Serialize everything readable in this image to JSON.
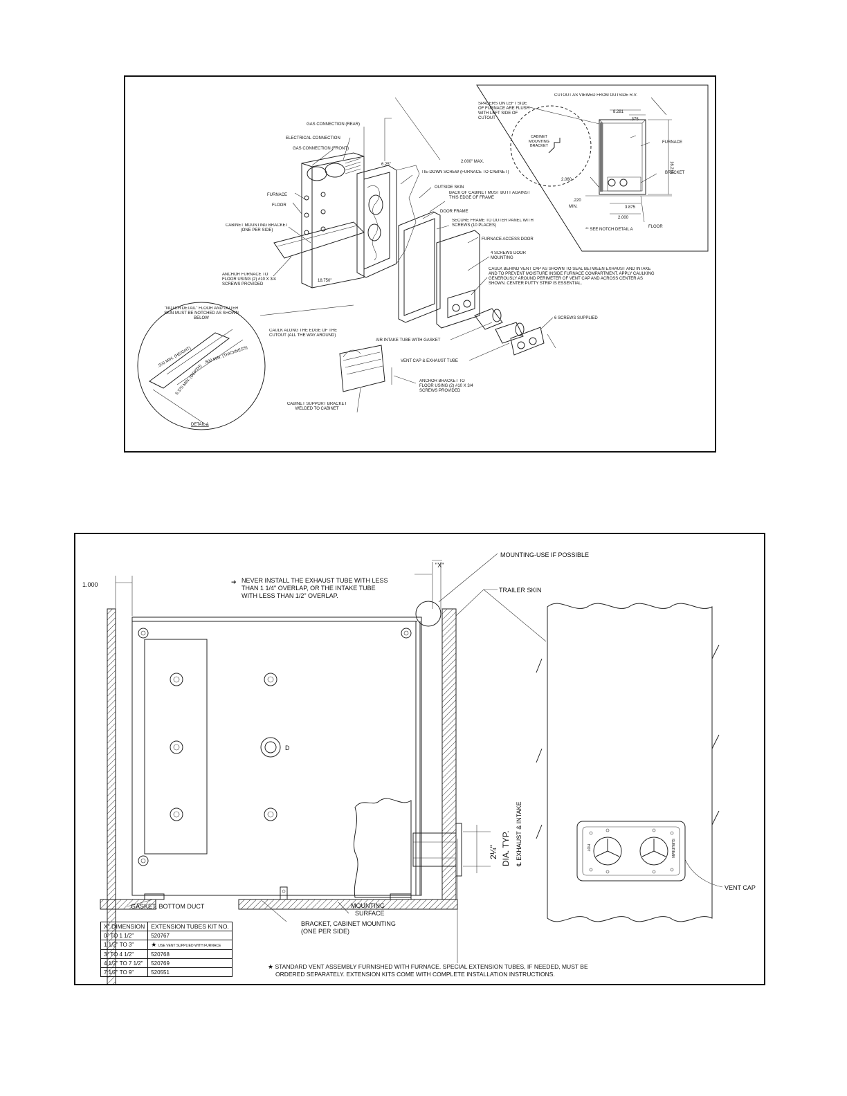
{
  "figure_1": {
    "labels": {
      "gas_connection_rear": "GAS CONNECTION (REAR)",
      "electrical_connection": "ELECTRICAL CONNECTION",
      "gas_connection_front": "GAS CONNECTION (FRONT)",
      "furnace": "FURNACE",
      "floor": "FLOOR",
      "cabinet_mounting_bracket": "CABINET MOUNTING BRACKET (ONE PER SIDE)",
      "anchor_furnace": "ANCHOR FURNACE TO FLOOR USING (2) #10 X 3/4 SCREWS PROVIDED",
      "tie_down_screw": "TIE-DOWN SCREW (FURNACE TO CABINET)",
      "outside_skin": "OUTSIDE SKIN",
      "back_of_cabinet": "BACK OF CABINET MUST BUTT AGAINST THIS EDGE OF FRAME",
      "door_frame": "DOOR FRAME",
      "secure_frame": "SECURE FRAME TO OUTER PANEL WITH SCREWS (10 PLACES)",
      "furnace_access_door": "FURNACE ACCESS DOOR",
      "door_screws": "4 SCREWS DOOR MOUNTING",
      "caulk_note": "CAULK BEHIND VENT CAP AS SHOWN TO SEAL BETWEEN EXHAUST AND INTAKE AND TO PREVENT MOISTURE INSIDE FURNACE COMPARTMENT. APPLY CAULKING GENEROUSLY AROUND PERIMETER OF VENT CAP AND ACROSS CENTER AS SHOWN. CENTER PUTTY STRIP IS ESSENTIAL.",
      "screws_supplied": "6 SCREWS SUPPLIED",
      "air_intake_tube": "AIR INTAKE TUBE WITH GASKET",
      "vent_cap_exhaust": "VENT CAP & EXHAUST TUBE",
      "caulk_edge": "CAULK ALONG THE EDGE OF THE CUTOUT (ALL THE WAY AROUND)",
      "anchor_bracket": "ANCHOR BRACKET TO FLOOR USING (2) #10 X 3/4 SCREWS PROVIDED",
      "cabinet_support_bracket": "CABINET SUPPORT BRACKET WELDED TO CABINET",
      "notch_detail": "\"NOTCH DETAIL\" FLOOR AND OUTER SKIN MUST BE NOTCHED AS SHOWN BELOW",
      "detail_a": "DETAIL A",
      "min_height": ".500 MIN. (HEIGHT)",
      "min_thickness": ".500 MIN. (THICKNESS)",
      "min_depth": "5.375 MIN. (DEPTH)",
      "dim_max": "2.000\" MAX.",
      "dim_a": "6.25\"",
      "dim_b": "18.750\""
    },
    "inset": {
      "cutout_viewed": "CUTOUT AS VIEWED FROM OUTSIDE R.V.",
      "spacers_note": "SPACERS ON LEFT SIDE OF FURNACE ARE FLUSH WITH LEFT SIDE OF CUTOUT",
      "cabinet_bracket": "CABINET MOUNTING BRACKET",
      "furnace": "FURNACE",
      "bracket": "BRACKET",
      "floor": "FLOOR",
      "see_notch": "** SEE NOTCH DETAIL A",
      "dim_width": "8.281",
      "dim_375": ".375",
      "dim_height": "16.218",
      "dim_2060": "2.060",
      "dim_220": ".220",
      "dim_min": "MIN.",
      "dim_3875": "3.875",
      "dim_2000": "2.000"
    }
  },
  "figure_2": {
    "labels": {
      "dim_1000": "1.000",
      "x_dim": "\"X\"",
      "mounting_note": "MOUNTING-USE IF POSSIBLE",
      "never_install_1": "NEVER INSTALL THE EXHAUST TUBE WITH LESS",
      "never_install_2": "THAN 1 1/4\" OVERLAP, OR THE INTAKE TUBE",
      "never_install_3": "WITH LESS THAN 1/2\" OVERLAP.",
      "trailer_skin": "TRAILER SKIN",
      "dim_d": "D",
      "dia_value": "2¼\"",
      "dia_typ": "DIA. TYP.",
      "exhaust_intake": "℄ EXHAUST & INTAKE",
      "vent_cap": "VENT CAP",
      "gasket": "GASKET, BOTTOM DUCT",
      "mounting_surface_1": "MOUNTING",
      "mounting_surface_2": "SURFACE",
      "bracket_1": "BRACKET, CABINET MOUNTING",
      "bracket_2": "(ONE PER SIDE)",
      "cap_brand_left": "HOT",
      "cap_brand_right": "SUBURBAN"
    },
    "table": {
      "headers": [
        "X\" DIMENSION",
        "EXTENSION TUBES KIT NO."
      ],
      "rows": [
        [
          "0\" TO 1 1/2\"",
          "520767"
        ],
        [
          "1 1/2\" TO 3\"",
          "USE VENT SUPPLIED WITH FURNACE"
        ],
        [
          "3\" TO 4 1/2\"",
          "520768"
        ],
        [
          "4 1/2\" TO 7 1/2\"",
          "520769"
        ],
        [
          "7 1/2\" TO 9\"",
          "520551"
        ]
      ]
    },
    "footnote_1": "STANDARD VENT ASSEMBLY FURNISHED WITH FURNACE. SPECIAL EXTENSION TUBES, IF NEEDED, MUST BE",
    "footnote_2": "ORDERED SEPARATELY. EXTENSION KITS COME WITH COMPLETE INSTALLATION INSTRUCTIONS."
  }
}
